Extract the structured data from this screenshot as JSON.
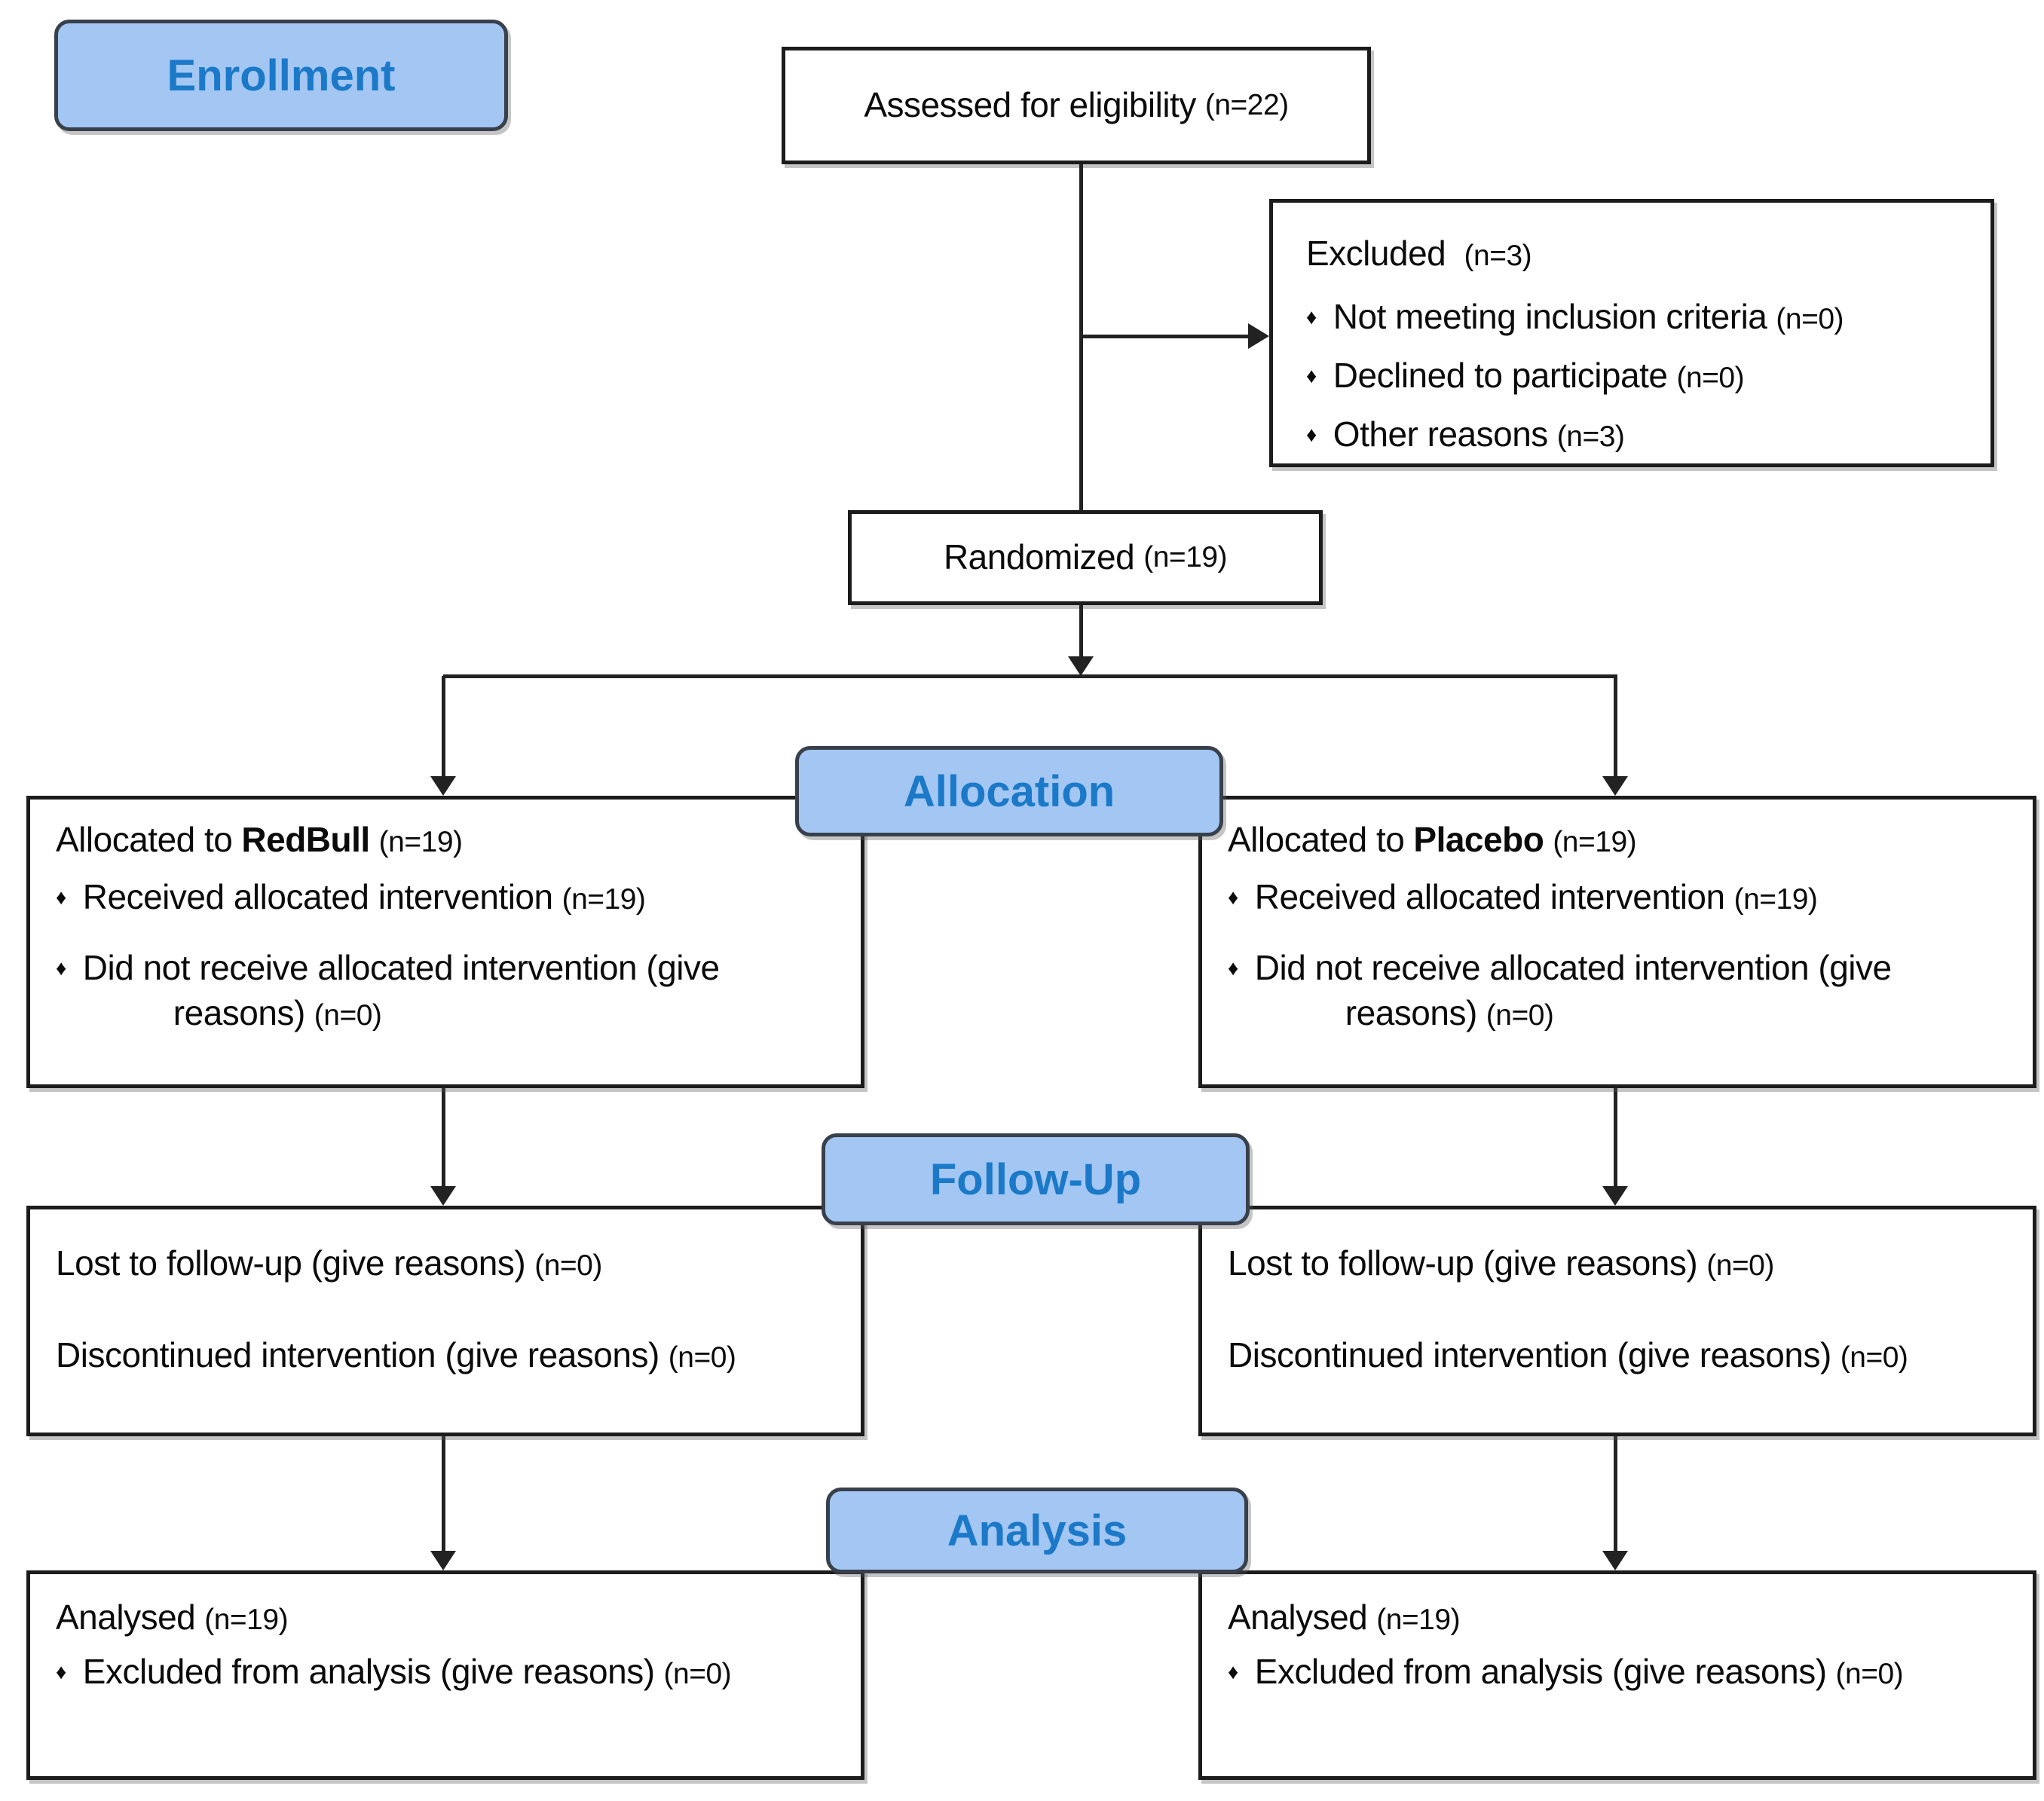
{
  "stages": {
    "enrollment": "Enrollment",
    "allocation": "Allocation",
    "followup": "Follow-Up",
    "analysis": "Analysis"
  },
  "icons": {
    "bullet": "♦"
  },
  "colors": {
    "stage_fill": "#a3c6f3",
    "stage_text": "#1b79c8",
    "box_border": "#1c1c1c",
    "connector": "#222222"
  },
  "assessed": {
    "text": "Assessed for eligibility",
    "n": "(n=22)"
  },
  "excluded": {
    "title": "Excluded",
    "n": "(n=3)",
    "items": [
      {
        "text": "Not meeting inclusion criteria",
        "n": "(n=0)"
      },
      {
        "text": "Declined to participate",
        "n": "(n=0)"
      },
      {
        "text": "Other reasons",
        "n": "(n=3)"
      }
    ]
  },
  "randomized": {
    "text": "Randomized",
    "n": "(n=19)"
  },
  "allocation_left": {
    "prefix": "Allocated to",
    "arm": "RedBull",
    "n": "(n=19)",
    "items": [
      {
        "text": "Received allocated intervention",
        "n": "(n=19)"
      },
      {
        "text": "Did not receive allocated intervention (give reasons)",
        "n": "(n=0)"
      }
    ]
  },
  "allocation_right": {
    "prefix": "Allocated to",
    "arm": "Placebo",
    "n": "(n=19)",
    "items": [
      {
        "text": "Received allocated intervention",
        "n": "(n=19)"
      },
      {
        "text": "Did not receive allocated intervention (give reasons)",
        "n": "(n=0)"
      }
    ]
  },
  "followup_left": {
    "lines": [
      {
        "text": "Lost to follow-up (give reasons)",
        "n": "(n=0)"
      },
      {
        "text": "Discontinued intervention (give reasons)",
        "n": "(n=0)"
      }
    ]
  },
  "followup_right": {
    "lines": [
      {
        "text": "Lost to follow-up (give reasons)",
        "n": "(n=0)"
      },
      {
        "text": "Discontinued intervention (give reasons)",
        "n": "(n=0)"
      }
    ]
  },
  "analysis_left": {
    "title": {
      "text": "Analysed",
      "n": "(n=19)"
    },
    "items": [
      {
        "text": "Excluded from analysis (give reasons)",
        "n": "(n=0)"
      }
    ]
  },
  "analysis_right": {
    "title": {
      "text": "Analysed",
      "n": "(n=19)"
    },
    "items": [
      {
        "text": "Excluded from analysis (give reasons)",
        "n": "(n=0)"
      }
    ]
  }
}
